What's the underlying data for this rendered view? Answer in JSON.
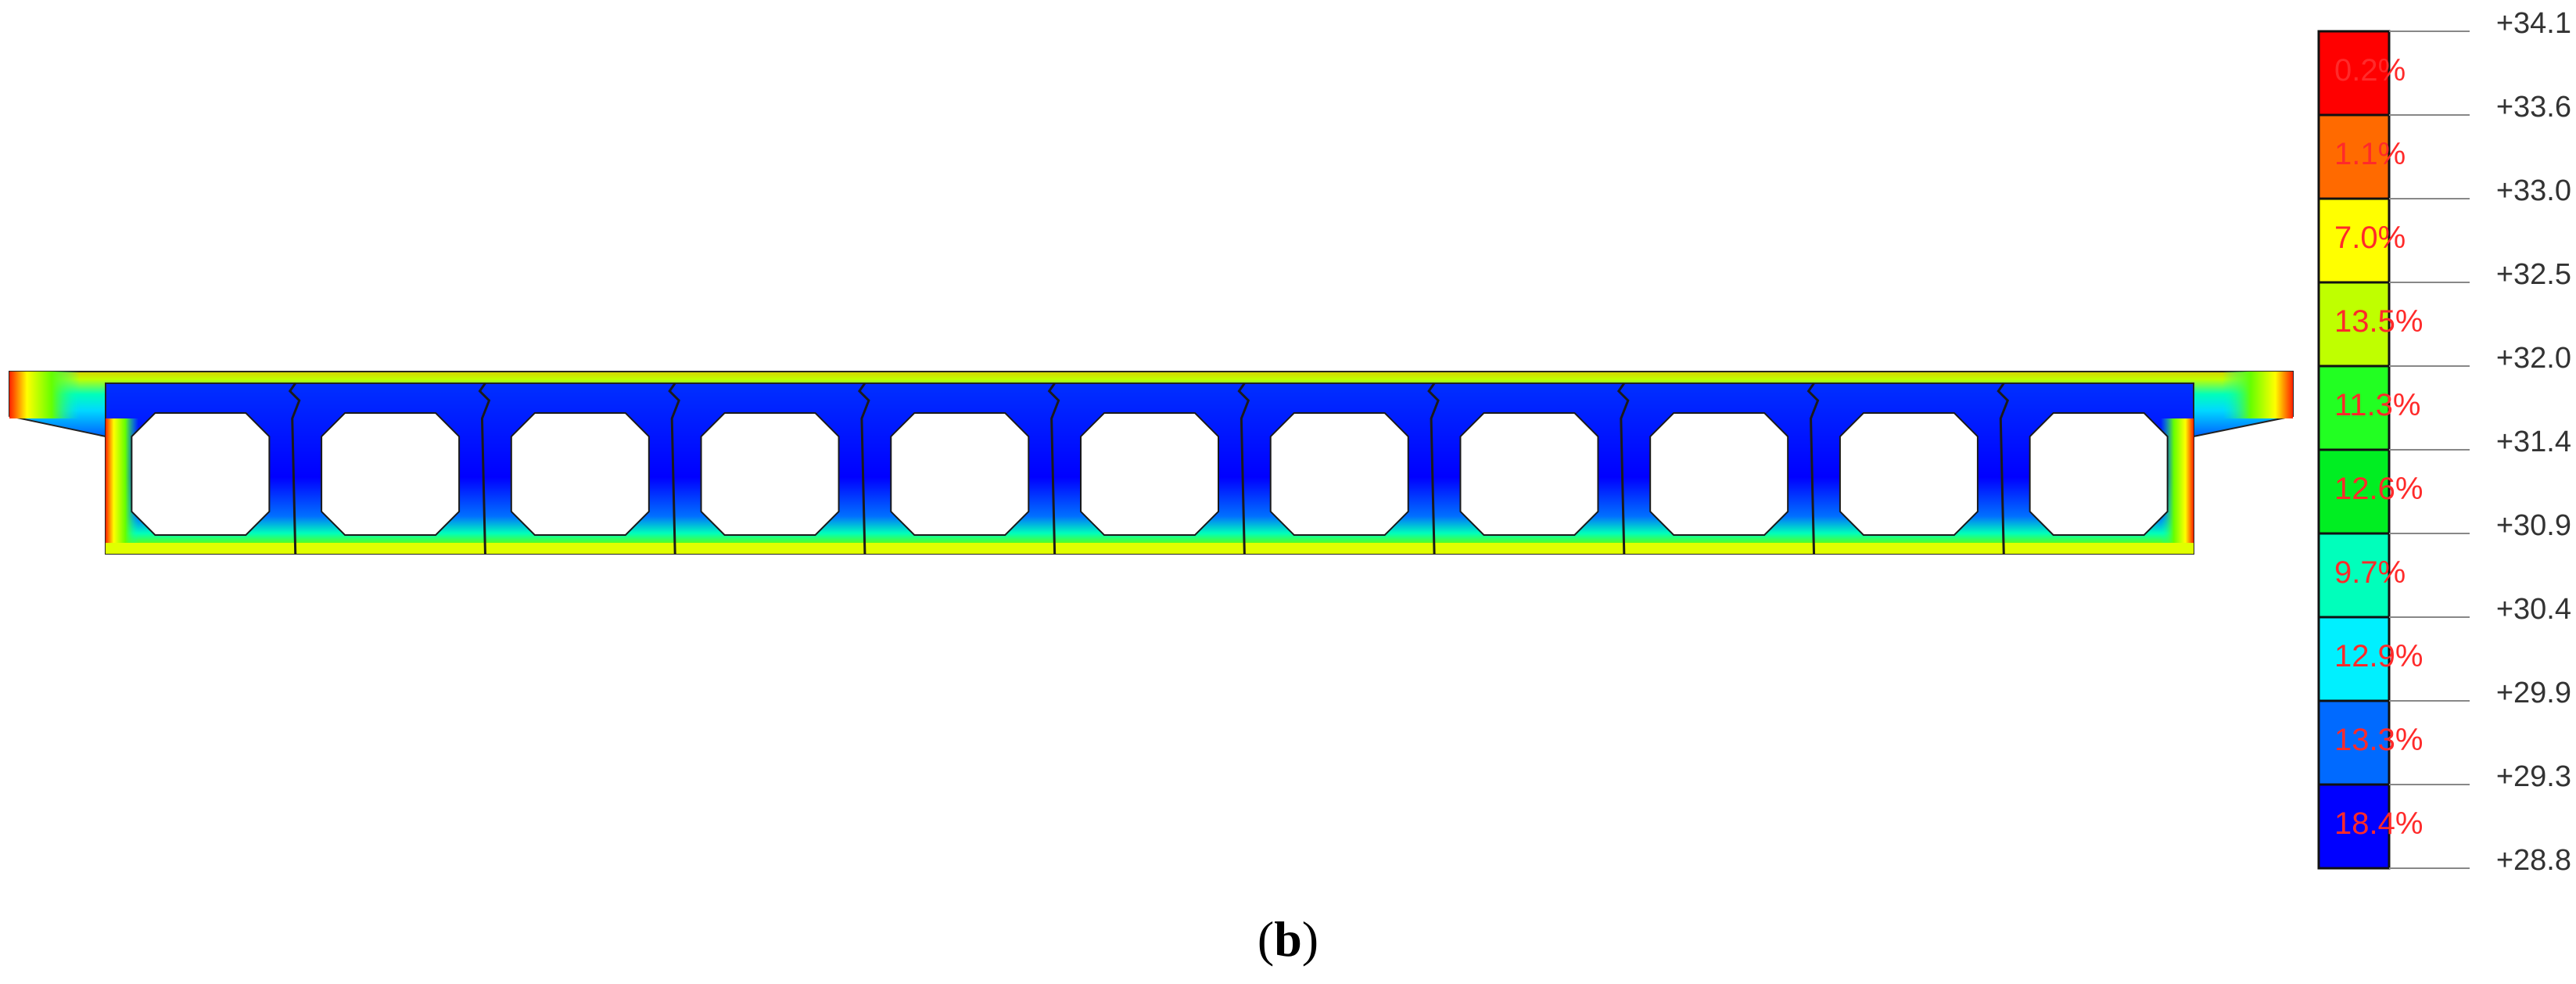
{
  "caption": {
    "open": "(",
    "letter": "b",
    "close": ")"
  },
  "bridge": {
    "girders": 11
  },
  "legend": {
    "ticks": [
      "+34.1",
      "+33.6",
      "+33.0",
      "+32.5",
      "+32.0",
      "+31.4",
      "+30.9",
      "+30.4",
      "+29.9",
      "+29.3",
      "+28.8"
    ],
    "bands": [
      {
        "color": "#ff0000",
        "percent": "0.2%"
      },
      {
        "color": "#ff6a00",
        "percent": "1.1%"
      },
      {
        "color": "#ffff00",
        "percent": "7.0%"
      },
      {
        "color": "#bfff00",
        "percent": "13.5%"
      },
      {
        "color": "#22ff22",
        "percent": "11.3%"
      },
      {
        "color": "#00ee22",
        "percent": "12.6%"
      },
      {
        "color": "#00ffbb",
        "percent": "9.7%"
      },
      {
        "color": "#00f0ff",
        "percent": "12.9%"
      },
      {
        "color": "#006aff",
        "percent": "13.3%"
      },
      {
        "color": "#0000ff",
        "percent": "18.4%"
      }
    ]
  }
}
